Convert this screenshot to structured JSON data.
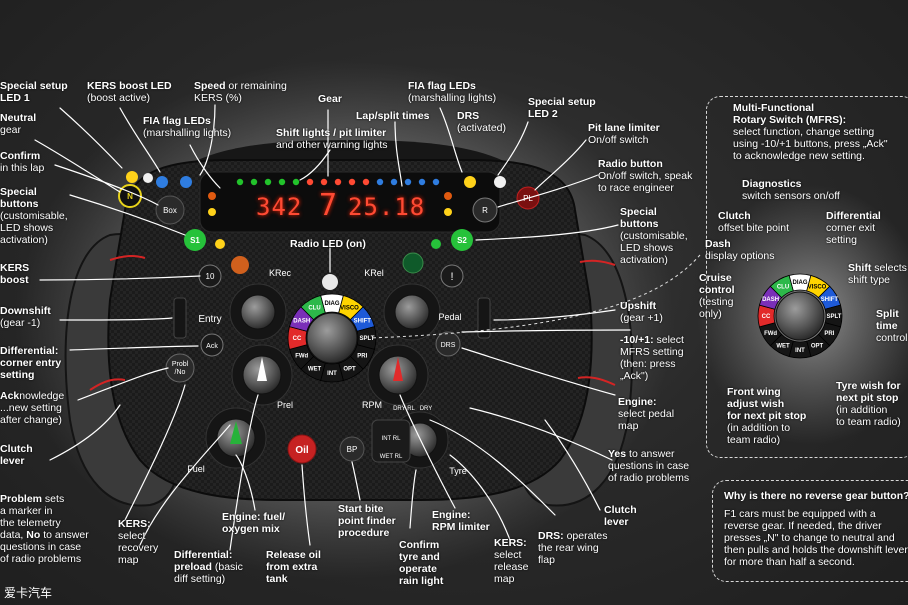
{
  "display": {
    "speed": "342",
    "gear": "7",
    "laptime": "25.18"
  },
  "wheel": {
    "box_btn": "Box",
    "n_btn": "N",
    "r_btn": "R",
    "pl_btn": "PL",
    "s1_btn": "S1",
    "s2_btn": "S2",
    "ten_btn": "10",
    "excl_btn": "!",
    "entry": "Entry",
    "ack_btn": "Ack",
    "probl_btn_line1": "Probl",
    "probl_btn_line2": "/No",
    "krec": "KRec",
    "krel": "KRel",
    "pedal": "Pedal",
    "drs_btn": "DRS",
    "prel": "Prel",
    "rpm": "RPM",
    "fuel": "Fuel",
    "tyre": "Tyre",
    "oil_btn": "Oil",
    "bp_btn": "BP",
    "int_rl": "INT RL",
    "wet_rl": "WET RL",
    "dry_rl": "DRY RL",
    "dry": "DRY",
    "mfrs_segments": [
      "DIAG",
      "VISCO",
      "SHIFT",
      "SPLT",
      "PRI",
      "OPT",
      "INT",
      "WET",
      "FWd",
      "CC",
      "DASH",
      "CLU"
    ]
  },
  "labels": {
    "special_setup_led1": {
      "title": "Special setup",
      "desc": "LED 1"
    },
    "kers_boost_led": {
      "title": "KERS boost LED",
      "desc": "(boost active)"
    },
    "speed": {
      "title": "Speed",
      "rest": " or remaining",
      "desc": "KERS (%)"
    },
    "gear": {
      "title": "Gear"
    },
    "fia_flag_leds_top": {
      "title": "FIA flag LEDs",
      "desc": "(marshalling lights)"
    },
    "lap_split": {
      "title": "Lap/split times"
    },
    "drs_activated": {
      "title": "DRS",
      "desc": "(activated)"
    },
    "special_setup_led2": {
      "title": "Special setup",
      "desc": "LED 2"
    },
    "neutral_gear": {
      "title": "Neutral",
      "desc": "gear"
    },
    "fia_flag_leds_left": {
      "title": "FIA flag LEDs",
      "desc": "(marshalling lights)"
    },
    "shift_lights": {
      "title": "Shift lights / pit limiter",
      "desc": "and other warning lights"
    },
    "pit_lane_limiter": {
      "title": "Pit lane limiter",
      "desc": "On/off switch"
    },
    "confirm_lap": {
      "title": "Confirm",
      "desc": "in this lap"
    },
    "radio_button": {
      "title": "Radio button",
      "desc1": "On/off switch, speak",
      "desc2": "to race engineer"
    },
    "special_buttons_left": {
      "title": "Special",
      "title2": "buttons",
      "desc1": "(customisable,",
      "desc2": "LED shows",
      "desc3": "activation)"
    },
    "special_buttons_right": {
      "title": "Special",
      "title2": "buttons",
      "desc1": "(customisable,",
      "desc2": "LED shows",
      "desc3": "activation)"
    },
    "radio_led": {
      "title": "Radio LED (on)"
    },
    "kers_boost": {
      "title": "KERS",
      "title2": "boost"
    },
    "downshift": {
      "title": "Downshift",
      "desc": "(gear -1)"
    },
    "upshift": {
      "title": "Upshift",
      "desc": "(gear +1)"
    },
    "differential_entry": {
      "title": "Differential:",
      "title2": "corner entry",
      "title3": "setting"
    },
    "mfrs_select": {
      "title": "-10/+1:",
      "rest": " select",
      "desc1": "MFRS setting",
      "desc2": "(then: press",
      "desc3": "„Ack\")"
    },
    "acknowledge": {
      "title": "Ack",
      "rest": "nowledge",
      "desc1": "...new setting",
      "desc2": "after change)"
    },
    "engine_pedal": {
      "title": "Engine:",
      "desc1": "select pedal",
      "desc2": "map"
    },
    "clutch_lever_left": {
      "title": "Clutch",
      "title2": "lever"
    },
    "yes_answer": {
      "title": "Yes",
      "rest": " to answer",
      "desc1": "questions in case",
      "desc2": "of radio problems"
    },
    "problem": {
      "title": "Problem",
      "rest": " sets",
      "desc1": "a marker in",
      "desc2": "the telemetry",
      "desc3_pre": "data, ",
      "desc3_bold": "No",
      "desc3_post": " to answer",
      "desc4": "questions in case",
      "desc5": "of radio problems"
    },
    "engine_fuel": {
      "title": "Engine: fuel/",
      "title2": "oxygen mix"
    },
    "start_bite": {
      "title": "Start bite",
      "title2": "point finder",
      "title3": "procedure"
    },
    "engine_rpm": {
      "title": "Engine:",
      "title2": "RPM limiter"
    },
    "clutch_lever_right": {
      "title": "Clutch",
      "title2": "lever"
    },
    "kers_recovery": {
      "title": "KERS:",
      "desc1": "select",
      "desc2": "recovery",
      "desc3": "map"
    },
    "diff_preload": {
      "title": "Differential:",
      "title2": "preload",
      "rest": " (basic",
      "desc": "diff setting)"
    },
    "release_oil": {
      "title": "Release oil",
      "title2": "from extra",
      "title3": "tank"
    },
    "confirm_tyre": {
      "title": "Confirm",
      "title2": "tyre and",
      "title3": "operate",
      "title4": "rain light"
    },
    "kers_release": {
      "title": "KERS:",
      "desc1": "select",
      "desc2": "release",
      "desc3": "map"
    },
    "drs_operates": {
      "title": "DRS:",
      "rest": " operates",
      "desc1": "the rear wing",
      "desc2": "flap"
    }
  },
  "mfrs_box": {
    "title1": "Multi-Functional",
    "title2": "Rotary Switch (MFRS):",
    "desc1": "select function, change setting",
    "desc2": "using -10/+1 buttons, press „Ack\"",
    "desc3": "to acknowledge new setting.",
    "diagnostics_title": "Diagnostics",
    "diagnostics_desc": "switch sensors on/off",
    "clutch_title": "Clutch",
    "clutch_desc": "offset bite point",
    "differential_title": "Differential",
    "differential_desc1": "corner exit",
    "differential_desc2": "setting",
    "dash_title": "Dash",
    "dash_desc": "display options",
    "shift_title": "Shift",
    "shift_rest": " selects",
    "shift_desc": "shift type",
    "cruise_title1": "Cruise",
    "cruise_title2": "control",
    "cruise_desc1": "(testing",
    "cruise_desc2": "only)",
    "split_title1": "Split",
    "split_title2": "time",
    "split_desc": "control",
    "front_wing_title1": "Front wing",
    "front_wing_title2": "adjust wish",
    "front_wing_title3": "for next pit stop",
    "front_wing_desc1": "(in addition to",
    "front_wing_desc2": "team radio)",
    "tyre_wish_title1": "Tyre wish for",
    "tyre_wish_title2": "next pit stop",
    "tyre_wish_desc1": "(in addition",
    "tyre_wish_desc2": "to team radio)"
  },
  "reverse_box": {
    "title": "Why is there no reverse gear button?",
    "line1": "F1 cars must be equipped with a",
    "line2": "reverse gear. If needed, the driver",
    "line3": "presses „N\" to change to neutral and",
    "line4": "then pulls and holds the downshift lever",
    "line5": "for more than half a second."
  },
  "watermark": "爱卡汽车",
  "colors": {
    "background": "#2b2b2b",
    "display_red": "#ff4a33",
    "led_green": "#22c32b",
    "led_yellow": "#ffd21a",
    "led_blue": "#2f7de0",
    "seg_diag": "#ffffff",
    "seg_visco": "#ffd400",
    "seg_shift": "#1e5ad8",
    "seg_clu": "#2db84a",
    "seg_dash": "#7a2fb8",
    "seg_cc": "#e22a2a",
    "arrow": "#ffffff",
    "red_arrow": "#d42424"
  }
}
